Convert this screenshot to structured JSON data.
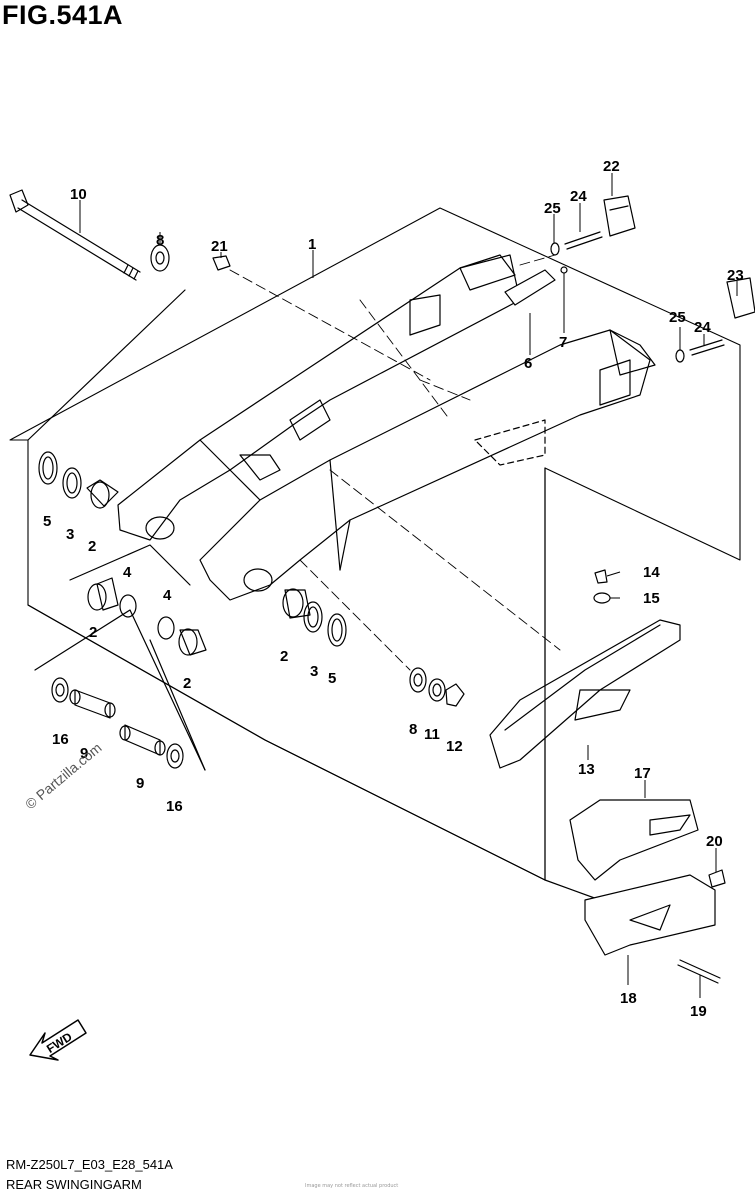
{
  "figure_title": "FIG.541A",
  "diagram_code": "RM-Z250L7_E03_E28_541A",
  "caption": "REAR SWINGINGARM",
  "watermark": "© Partzilla.com",
  "direction_label": "FWD",
  "fine_print": "Image may not reflect actual product",
  "callouts": [
    "1",
    "2",
    "2",
    "2",
    "2",
    "3",
    "3",
    "4",
    "4",
    "5",
    "5",
    "6",
    "7",
    "8",
    "8",
    "9",
    "9",
    "10",
    "11",
    "12",
    "13",
    "14",
    "15",
    "16",
    "16",
    "17",
    "18",
    "19",
    "20",
    "21",
    "22",
    "23",
    "24",
    "24",
    "25",
    "25"
  ]
}
